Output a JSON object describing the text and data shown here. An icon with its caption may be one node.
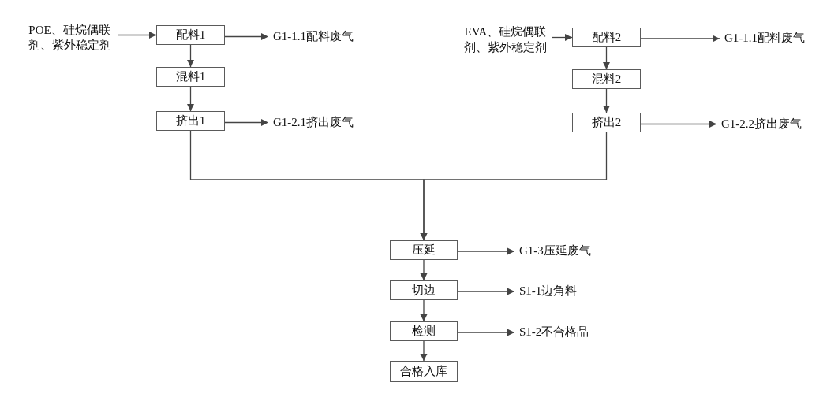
{
  "diagram": {
    "nodes": [
      {
        "text": [
          "POE、硅烷偶联剂、紫外稳定剂"
        ]
      },
      {
        "text": [
          "配料1"
        ]
      },
      {
        "text": [
          "G1-1.1配料废气"
        ]
      },
      {
        "text": [
          "混料1"
        ]
      },
      {
        "text": [
          "挤出1"
        ]
      },
      {
        "text": [
          "G1-2.1挤出废气"
        ]
      },
      {
        "text": [
          "EVA、硅烷偶联剂、紫外稳定剂"
        ]
      },
      {
        "text": [
          "配料2"
        ]
      },
      {
        "text": [
          "G1-1.1配料废气"
        ]
      },
      {
        "text": [
          "混料2"
        ]
      },
      {
        "text": [
          "挤出2"
        ]
      },
      {
        "text": [
          "G1-2.2挤出废气"
        ]
      },
      {
        "text": [
          "压延"
        ]
      },
      {
        "text": [
          "G1-3压延废气"
        ]
      },
      {
        "text": [
          "切边"
        ]
      },
      {
        "text": [
          "S1-1边角料"
        ]
      },
      {
        "text": [
          "检测"
        ]
      },
      {
        "text": [
          "S1-2不合格品"
        ]
      },
      {
        "text": [
          "合格入库"
        ]
      }
    ],
    "edges": [
      {
        "from": 0,
        "to": 1,
        "arrow": "to"
      },
      {
        "from": 1,
        "to": 2,
        "arrow": "to"
      },
      {
        "from": 1,
        "to": 3,
        "arrow": "to"
      },
      {
        "from": 3,
        "to": 4,
        "arrow": "to"
      },
      {
        "from": 4,
        "to": 5,
        "arrow": "to"
      },
      {
        "from": 6,
        "to": 7,
        "arrow": "to"
      },
      {
        "from": 7,
        "to": 8,
        "arrow": "to"
      },
      {
        "from": 7,
        "to": 9,
        "arrow": "to"
      },
      {
        "from": 9,
        "to": 10,
        "arrow": "to"
      },
      {
        "from": 10,
        "to": 11,
        "arrow": "to"
      },
      {
        "from": 4,
        "to": 12,
        "arrow": "to"
      },
      {
        "from": 10,
        "to": 12,
        "arrow": "to"
      },
      {
        "from": 12,
        "to": 13,
        "arrow": "to"
      },
      {
        "from": 12,
        "to": 14,
        "arrow": "to"
      },
      {
        "from": 14,
        "to": 15,
        "arrow": "to"
      },
      {
        "from": 14,
        "to": 16,
        "arrow": "to"
      },
      {
        "from": 16,
        "to": 17,
        "arrow": "to"
      },
      {
        "from": 16,
        "to": 18,
        "arrow": "to"
      }
    ]
  }
}
